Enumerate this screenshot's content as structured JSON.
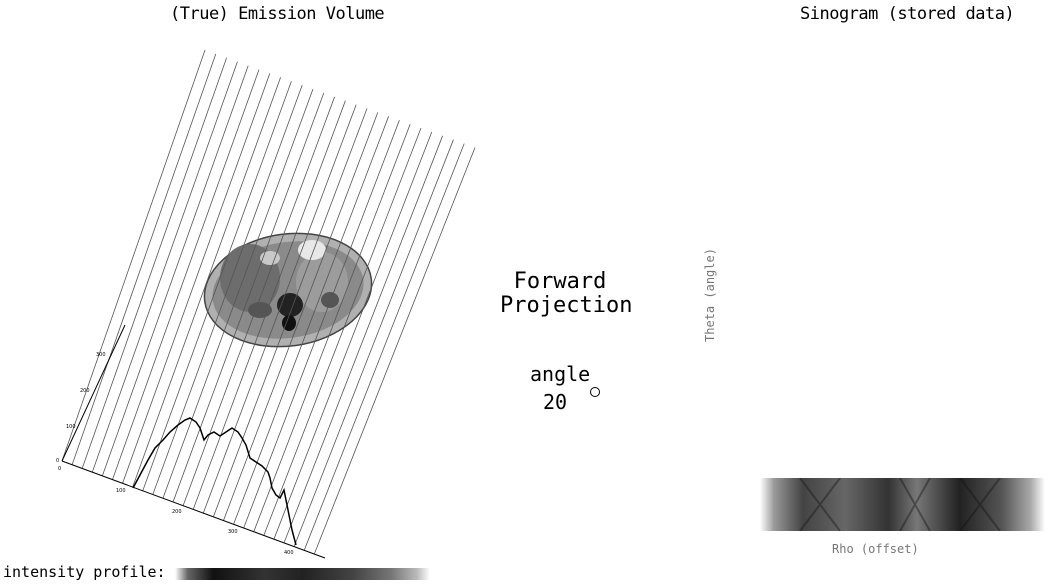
{
  "titles": {
    "left": "(True) Emission Volume",
    "right": "Sinogram (stored data)"
  },
  "center": {
    "line1": "Forward",
    "line2": "Projection",
    "angle_label": "angle",
    "angle_value": "20"
  },
  "sinogram": {
    "theta_label": "Theta (angle)",
    "rho_label": "Rho (offset)"
  },
  "profile": {
    "label": "intensity profile:",
    "x_ticks": [
      "0",
      "100",
      "200",
      "300",
      "400"
    ],
    "y_ticks": [
      "0",
      "100",
      "200",
      "300"
    ]
  }
}
